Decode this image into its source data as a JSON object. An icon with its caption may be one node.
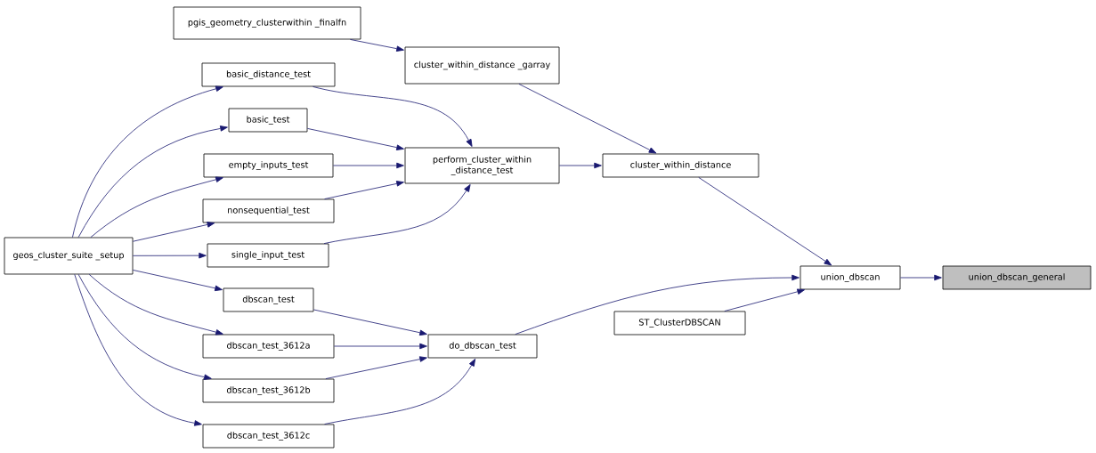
{
  "diagram": {
    "nodes": [
      {
        "text": [
          "union_dbscan_general"
        ]
      },
      {
        "text": [
          "union_dbscan"
        ]
      },
      {
        "text": [
          "cluster_within_distance"
        ]
      },
      {
        "text": [
          "ST_ClusterDBSCAN"
        ]
      },
      {
        "text": [
          "perform_cluster_within _distance_test"
        ]
      },
      {
        "text": [
          "do_dbscan_test"
        ]
      },
      {
        "text": [
          "cluster_within_distance _garray"
        ]
      },
      {
        "text": [
          "pgis_geometry_clusterwithin _finalfn"
        ]
      },
      {
        "text": [
          "basic_distance_test"
        ]
      },
      {
        "text": [
          "basic_test"
        ]
      },
      {
        "text": [
          "empty_inputs_test"
        ]
      },
      {
        "text": [
          "nonsequential_test"
        ]
      },
      {
        "text": [
          "single_input_test"
        ]
      },
      {
        "text": [
          "dbscan_test"
        ]
      },
      {
        "text": [
          "dbscan_test_3612a"
        ]
      },
      {
        "text": [
          "dbscan_test_3612b"
        ]
      },
      {
        "text": [
          "dbscan_test_3612c"
        ]
      },
      {
        "text": [
          "geos_cluster_suite _setup"
        ]
      }
    ],
    "edges": [
      {
        "from": 1,
        "to": 0,
        "arrow": "to"
      },
      {
        "from": 2,
        "to": 1,
        "arrow": "to"
      },
      {
        "from": 3,
        "to": 1,
        "arrow": "to"
      },
      {
        "from": 5,
        "to": 1,
        "arrow": "to"
      },
      {
        "from": 4,
        "to": 2,
        "arrow": "to"
      },
      {
        "from": 6,
        "to": 2,
        "arrow": "to"
      },
      {
        "from": 7,
        "to": 6,
        "arrow": "to"
      },
      {
        "from": 8,
        "to": 4,
        "arrow": "to"
      },
      {
        "from": 9,
        "to": 4,
        "arrow": "to"
      },
      {
        "from": 10,
        "to": 4,
        "arrow": "to"
      },
      {
        "from": 11,
        "to": 4,
        "arrow": "to"
      },
      {
        "from": 12,
        "to": 4,
        "arrow": "to"
      },
      {
        "from": 13,
        "to": 5,
        "arrow": "to"
      },
      {
        "from": 14,
        "to": 5,
        "arrow": "to"
      },
      {
        "from": 15,
        "to": 5,
        "arrow": "to"
      },
      {
        "from": 16,
        "to": 5,
        "arrow": "to"
      },
      {
        "from": 17,
        "to": 8,
        "arrow": "to"
      },
      {
        "from": 17,
        "to": 9,
        "arrow": "to"
      },
      {
        "from": 17,
        "to": 10,
        "arrow": "to"
      },
      {
        "from": 17,
        "to": 11,
        "arrow": "to"
      },
      {
        "from": 17,
        "to": 12,
        "arrow": "to"
      },
      {
        "from": 17,
        "to": 13,
        "arrow": "to"
      },
      {
        "from": 17,
        "to": 14,
        "arrow": "to"
      },
      {
        "from": 17,
        "to": 15,
        "arrow": "to"
      },
      {
        "from": 17,
        "to": 16,
        "arrow": "to"
      }
    ]
  }
}
